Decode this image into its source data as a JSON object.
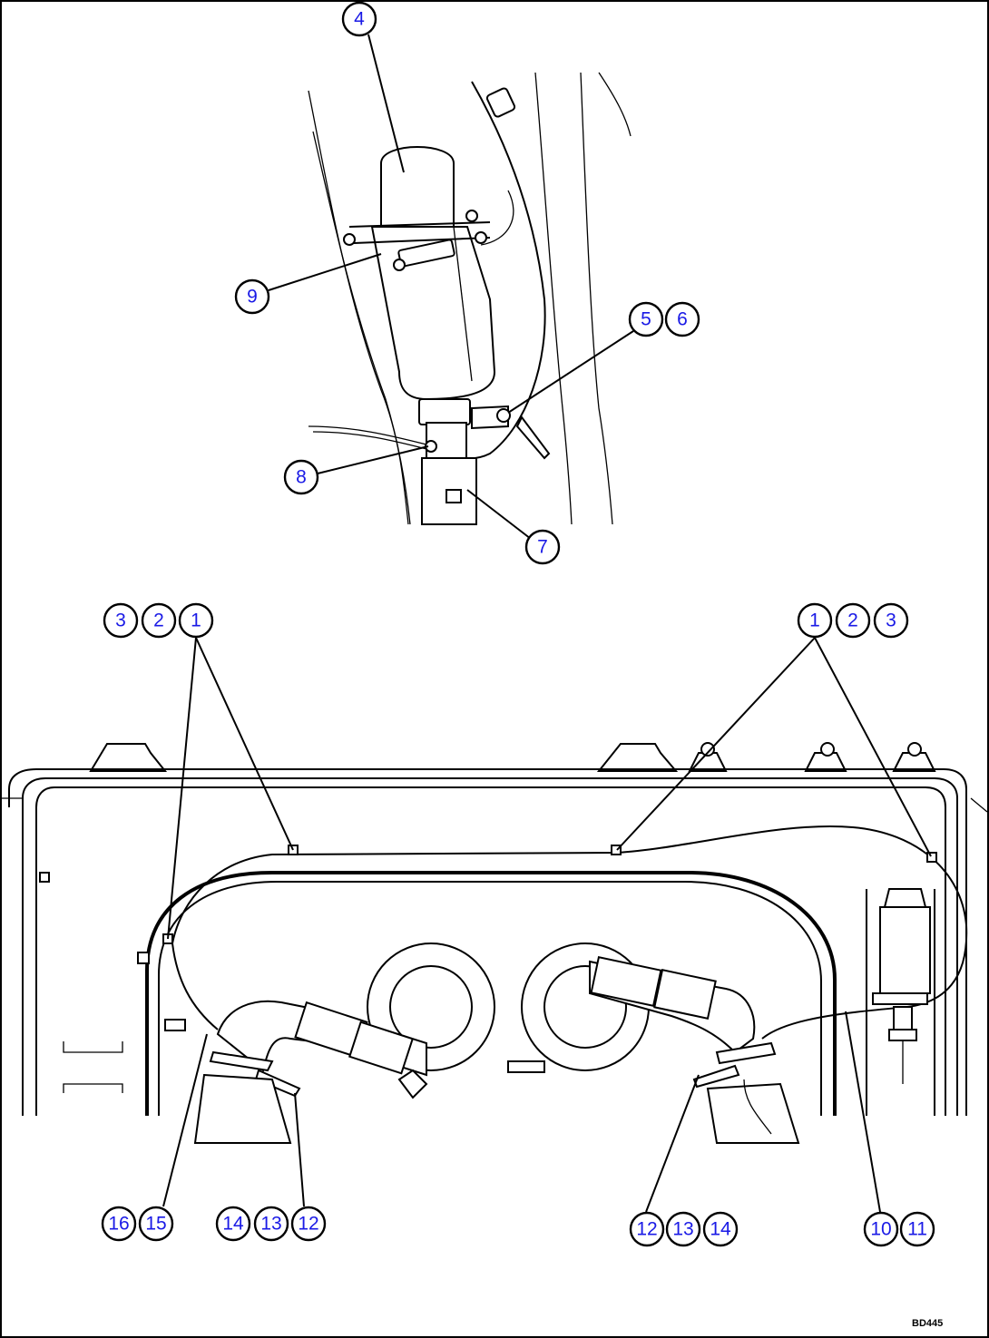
{
  "callouts": [
    {
      "id": "c4",
      "label": "4"
    },
    {
      "id": "c9",
      "label": "9"
    },
    {
      "id": "c5",
      "label": "5"
    },
    {
      "id": "c6",
      "label": "6"
    },
    {
      "id": "c8",
      "label": "8"
    },
    {
      "id": "c7",
      "label": "7"
    },
    {
      "id": "c3a",
      "label": "3"
    },
    {
      "id": "c2a",
      "label": "2"
    },
    {
      "id": "c1a",
      "label": "1"
    },
    {
      "id": "c1b",
      "label": "1"
    },
    {
      "id": "c2b",
      "label": "2"
    },
    {
      "id": "c3b",
      "label": "3"
    },
    {
      "id": "c16",
      "label": "16"
    },
    {
      "id": "c15",
      "label": "15"
    },
    {
      "id": "c14a",
      "label": "14"
    },
    {
      "id": "c13a",
      "label": "13"
    },
    {
      "id": "c12a",
      "label": "12"
    },
    {
      "id": "c12b",
      "label": "12"
    },
    {
      "id": "c13b",
      "label": "13"
    },
    {
      "id": "c14b",
      "label": "14"
    },
    {
      "id": "c10",
      "label": "10"
    },
    {
      "id": "c11",
      "label": "11"
    }
  ],
  "reference_code": "BD445",
  "colors": {
    "callout_text": "#1a1ae6",
    "linework": "#000000",
    "background": "#ffffff"
  }
}
